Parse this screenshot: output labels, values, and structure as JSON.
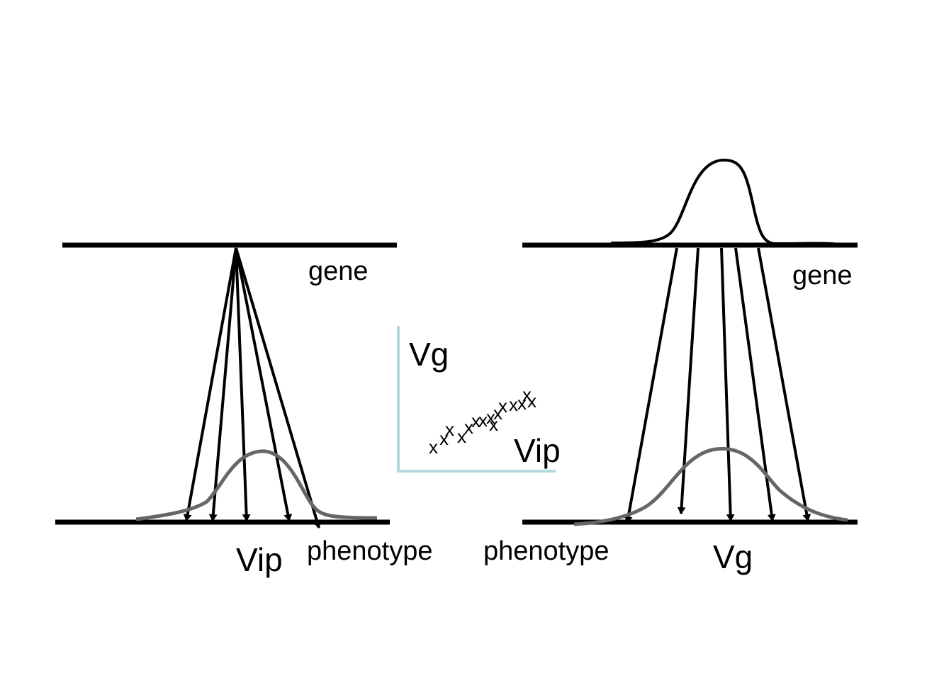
{
  "left_panel": {
    "gene_label": "gene",
    "phenotype_label": "phenotype",
    "variance_label": "Vip"
  },
  "right_panel": {
    "gene_label": "gene",
    "phenotype_label": "phenotype",
    "variance_label": "Vg"
  },
  "scatter": {
    "y_label": "Vg",
    "x_label": "Vip",
    "marker": "x"
  },
  "colors": {
    "line": "#000000",
    "phenotype_curve": "#666666",
    "scatter_axis": "#b0d8dc"
  }
}
